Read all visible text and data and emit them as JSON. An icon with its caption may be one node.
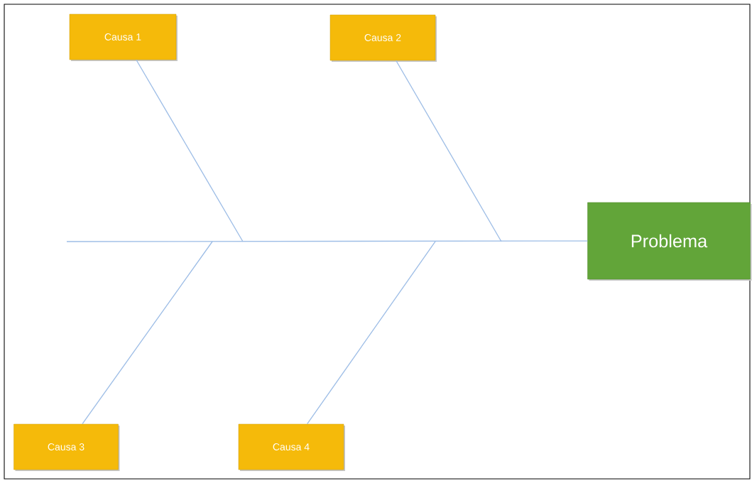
{
  "diagram": {
    "nodes": [
      {
        "text": [
          "Causa 1"
        ]
      },
      {
        "text": [
          "Causa 2"
        ]
      },
      {
        "text": [
          "Causa 3"
        ]
      },
      {
        "text": [
          "Causa 4"
        ]
      },
      {
        "text": [
          "Problema"
        ]
      }
    ],
    "edges": [
      {
        "from": null,
        "to": 4,
        "arrow": "none"
      },
      {
        "from": 0,
        "to": null,
        "arrow": "none"
      },
      {
        "from": 1,
        "to": null,
        "arrow": "none"
      },
      {
        "from": 2,
        "to": null,
        "arrow": "none"
      },
      {
        "from": 3,
        "to": null,
        "arrow": "none"
      }
    ]
  }
}
